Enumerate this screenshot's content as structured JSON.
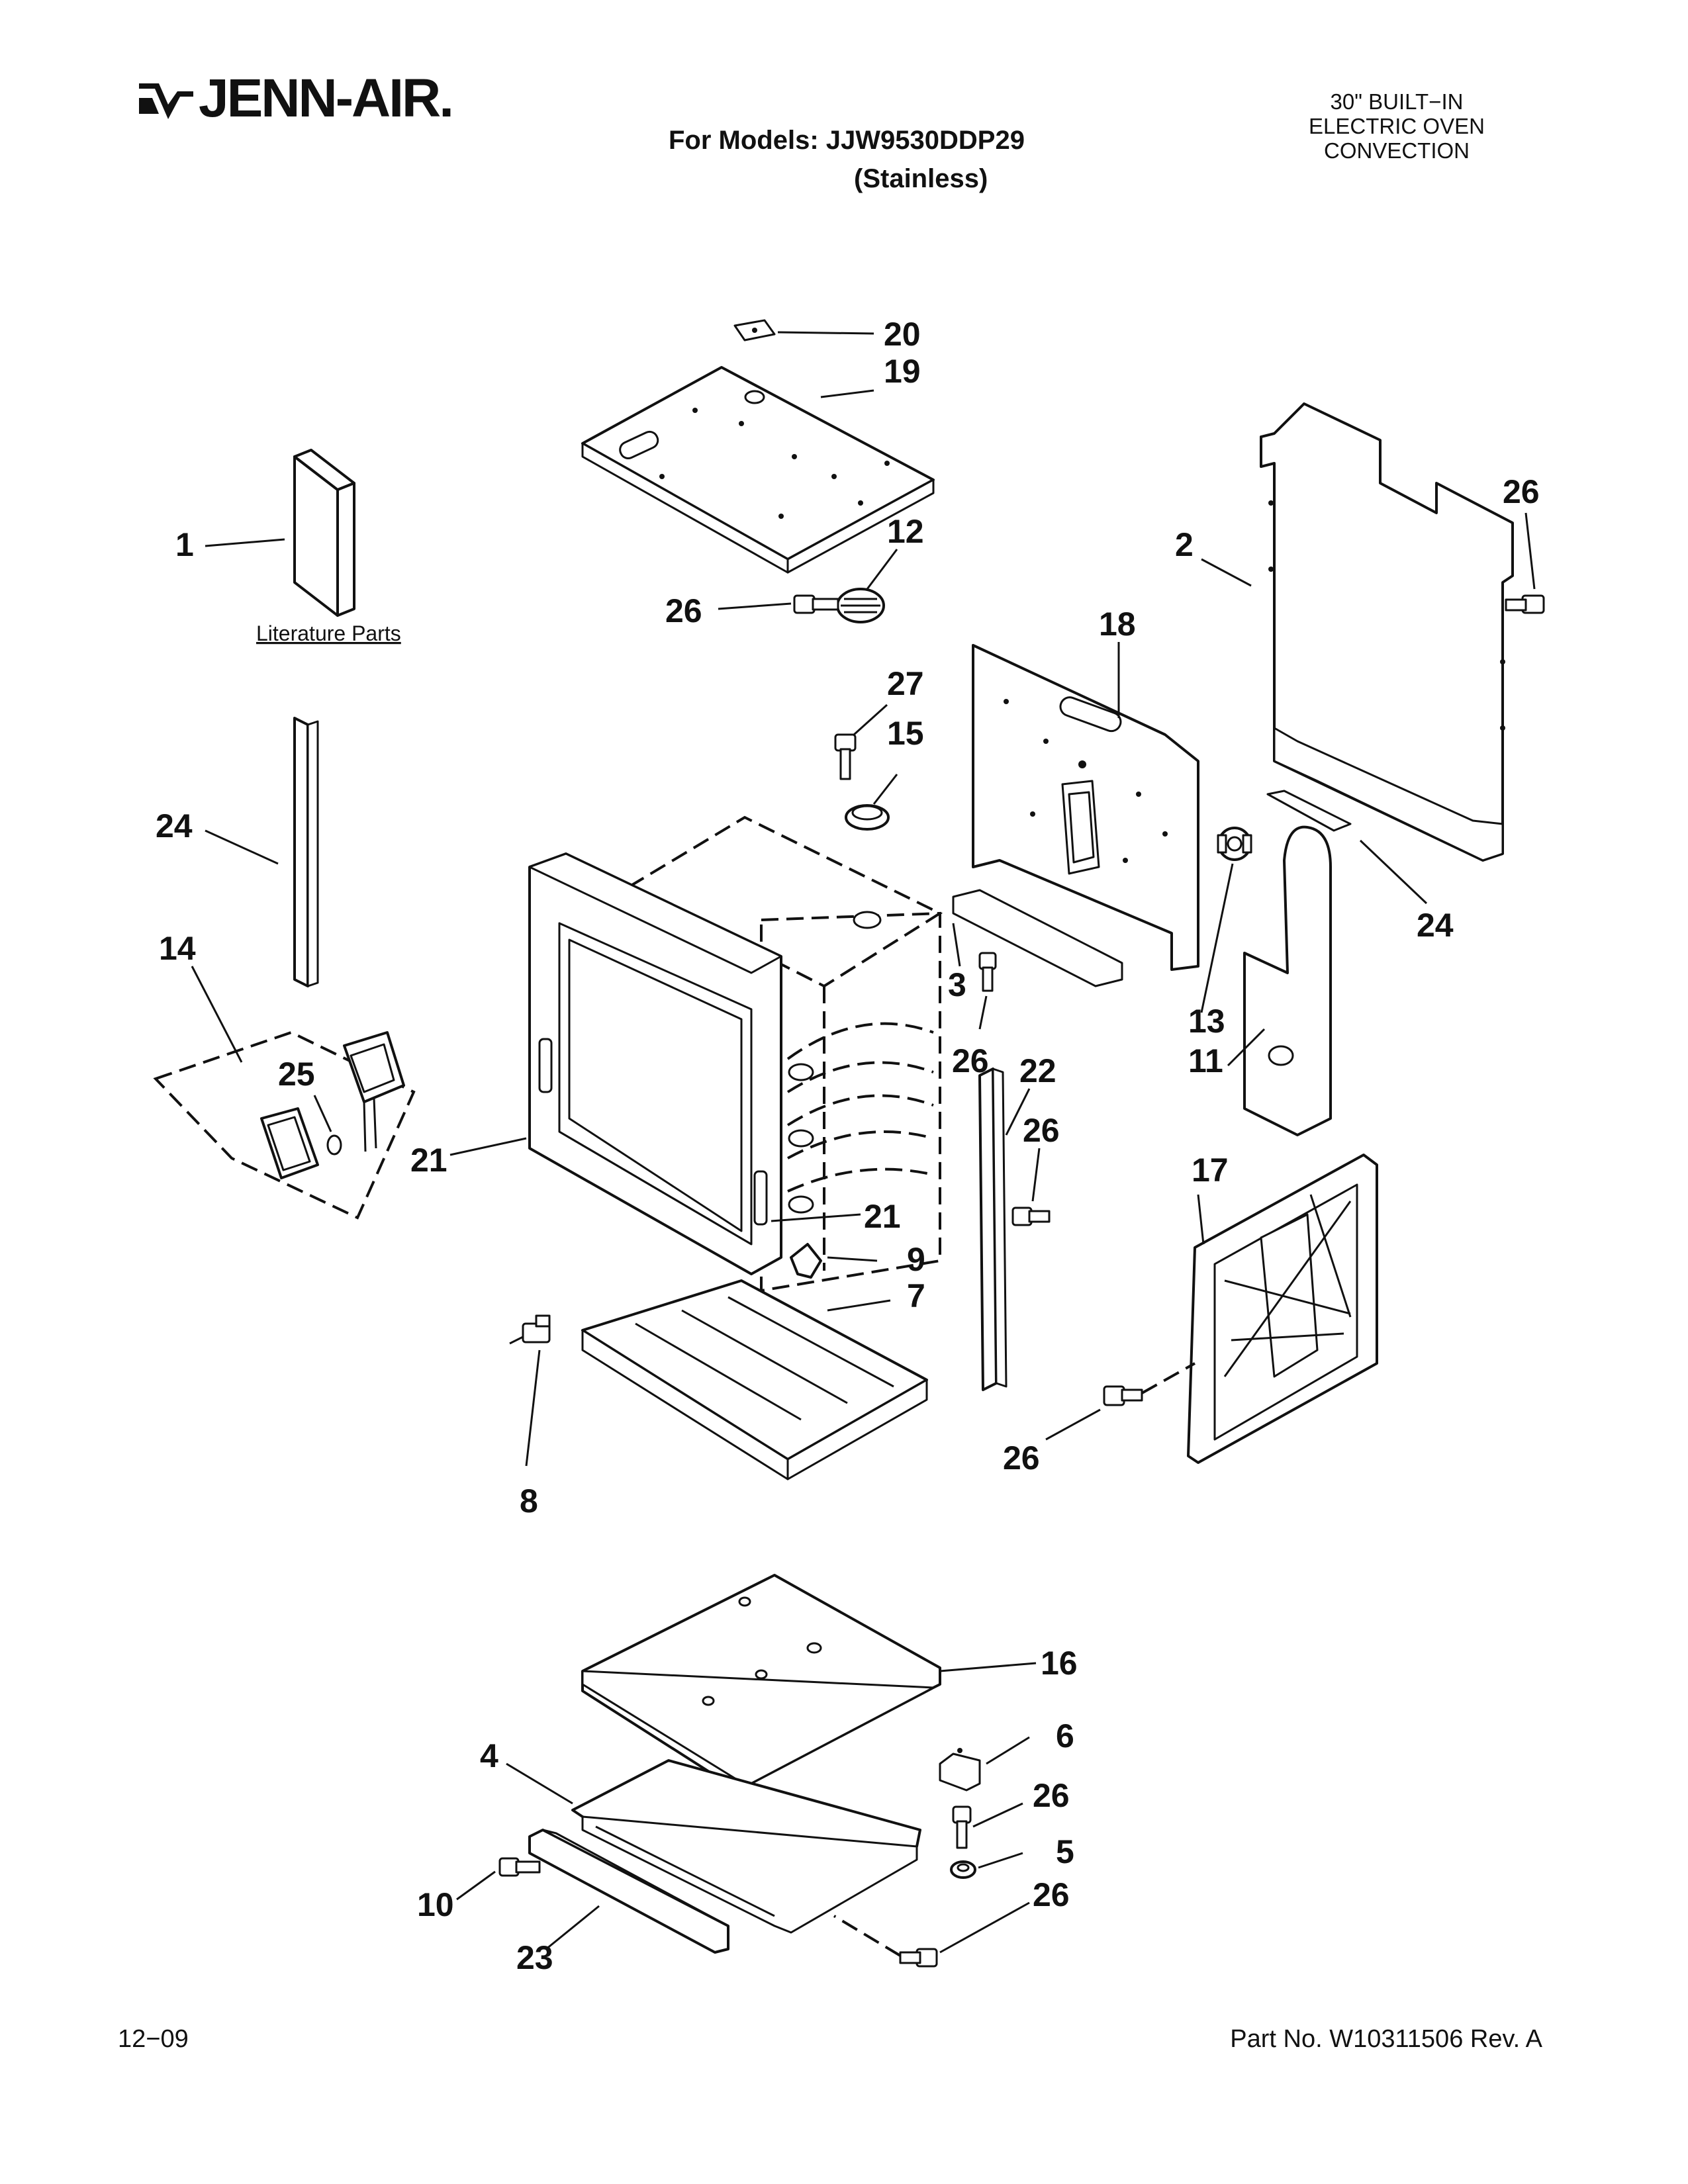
{
  "header": {
    "brand": "JENN-AIR.",
    "model_line": "For Models: JJW9530DDP29",
    "model_finish": "(Stainless)",
    "product_type": [
      "30\" BUILT−IN",
      "ELECTRIC OVEN",
      "CONVECTION"
    ]
  },
  "footer": {
    "date": "12−09",
    "part_number": "Part No. W10311506 Rev. A"
  },
  "literature_label": "Literature Parts",
  "callouts": {
    "c1": "1",
    "c2": "2",
    "c3": "3",
    "c4": "4",
    "c5": "5",
    "c6": "6",
    "c7": "7",
    "c8": "8",
    "c9": "9",
    "c10": "10",
    "c11": "11",
    "c12": "12",
    "c13": "13",
    "c14": "14",
    "c15": "15",
    "c16": "16",
    "c17": "17",
    "c18": "18",
    "c19": "19",
    "c20": "20",
    "c21a": "21",
    "c21b": "21",
    "c22": "22",
    "c23": "23",
    "c24a": "24",
    "c24b": "24",
    "c25": "25",
    "c26a": "26",
    "c26b": "26",
    "c26c": "26",
    "c26d": "26",
    "c26e": "26",
    "c26f": "26",
    "c26g": "26",
    "c27": "27"
  }
}
